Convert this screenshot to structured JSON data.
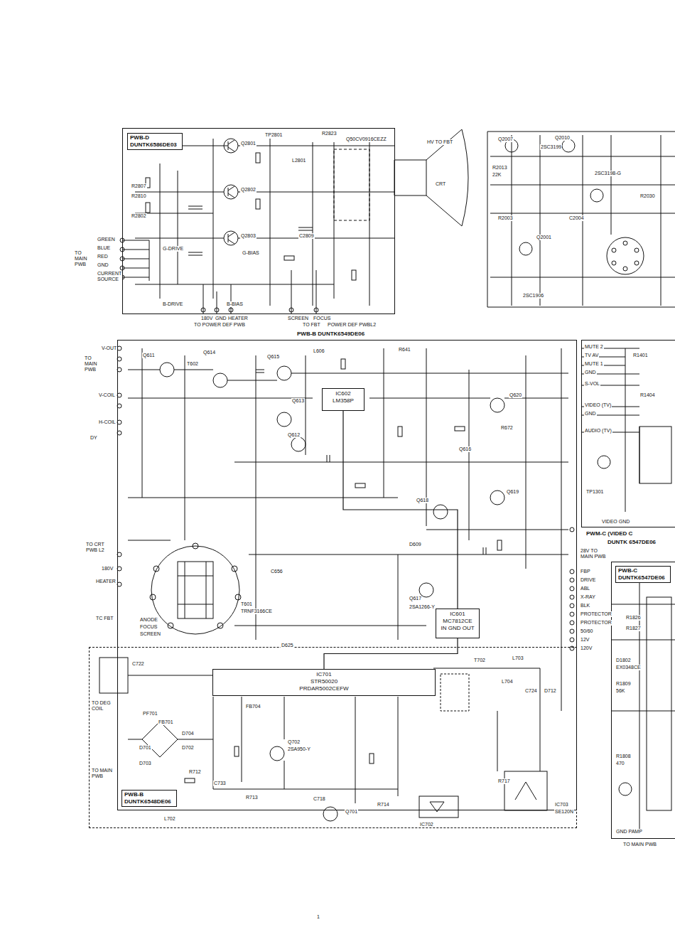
{
  "diagram": {
    "nodes": [
      {
        "text": [
          "PWB-D DUNTK6586DE03"
        ]
      },
      {
        "text": [
          "PWB-B DUNTK6549DE06"
        ]
      },
      {
        "text": [
          "IC602",
          "LM358P"
        ],
        "in": 1
      },
      {
        "text": [
          "IC601",
          "MC7812CE",
          "IN GND OUT"
        ],
        "in": 1
      },
      {
        "text": [
          "PWM-C (VIDED C",
          "DUNTK 6547DE06"
        ]
      },
      {
        "text": [
          "PWB-B DUNTK6548DE06"
        ]
      },
      {
        "text": [
          "IC701",
          "STR50020",
          "PRDAR5002CEFW"
        ],
        "in": 5
      },
      {
        "text": [
          "PWB-C DUNTK6547DE06"
        ]
      }
    ],
    "edges": [
      {
        "from": 2,
        "to": 3,
        "arrow": "none"
      },
      {
        "from": 3,
        "to": 6,
        "arrow": "none"
      }
    ],
    "labels": [
      "GREEN",
      "BLUE",
      "RED",
      "GND",
      "CURRENT SOURCE",
      "TO MAIN PWB",
      "TP2801",
      "R2823",
      "Q50CV0916CEZZ",
      "HV TO FBT",
      "CRT",
      "G-DRIVE",
      "B-DRIVE",
      "G-BIAS",
      "B-BIAS",
      "Q2801",
      "Q2802",
      "Q2803",
      "R2807",
      "R2810",
      "R2802",
      "L2801",
      "C2809",
      "180V",
      "GND",
      "HEATER",
      "TO POWER DEF PWB",
      "SCREEN",
      "FOCUS",
      "TO FBT",
      "POWER DEF PWBL2",
      "Q2007",
      "Q2010",
      "2SC3199",
      "R2013",
      "22K",
      "2SC3198-G",
      "Q2001",
      "R2003",
      "C2004",
      "R2030",
      "2SC1906",
      "V-OUT",
      "TO MAIN PWB",
      "V-COIL",
      "H-COIL",
      "DY",
      "TO CRT PWB L2",
      "180V",
      "HEATER",
      "TC FBT",
      "ANODE",
      "FOCUS",
      "SCREEN",
      "Q611",
      "Q614",
      "Q615",
      "T602",
      "L606",
      "Q620",
      "Q619",
      "Q618",
      "Q616",
      "Q617",
      "T601",
      "TRNF3166CE",
      "Q612",
      "Q613",
      "R641",
      "R672",
      "D609",
      "C656",
      "2SA1266-Y",
      "D625",
      "28V TO MAIN PWB",
      "FBP",
      "DRIVE",
      "ABL",
      "X-RAY",
      "BLK",
      "PROTECTOR",
      "PROTECTOR",
      "50/60",
      "12V",
      "120V",
      "MUTE 2",
      "TV AV",
      "MUTE 1",
      "GND",
      "S-VOL",
      "VIDEO (TV)",
      "GND",
      "AUDIO (TV)",
      "R1404",
      "R1401",
      "TP1301",
      "VIDEO GND",
      "R1826",
      "R1827",
      "D1802",
      "EX0348CE",
      "R1809",
      "56K",
      "R1808",
      "470",
      "GND PAMP",
      "TO MAIN PWB",
      "TO DEG COIL",
      "C722",
      "PF701",
      "FB701",
      "D701",
      "D702",
      "D703",
      "D704",
      "TO MAIN PWB",
      "L702",
      "FB704",
      "Q702",
      "2SA950-Y",
      "R713",
      "R712",
      "C733",
      "C718",
      "Q701",
      "R714",
      "T702",
      "L703",
      "L704",
      "C724",
      "D712",
      "R717",
      "IC703",
      "SE120N",
      "IC702",
      "1"
    ]
  }
}
